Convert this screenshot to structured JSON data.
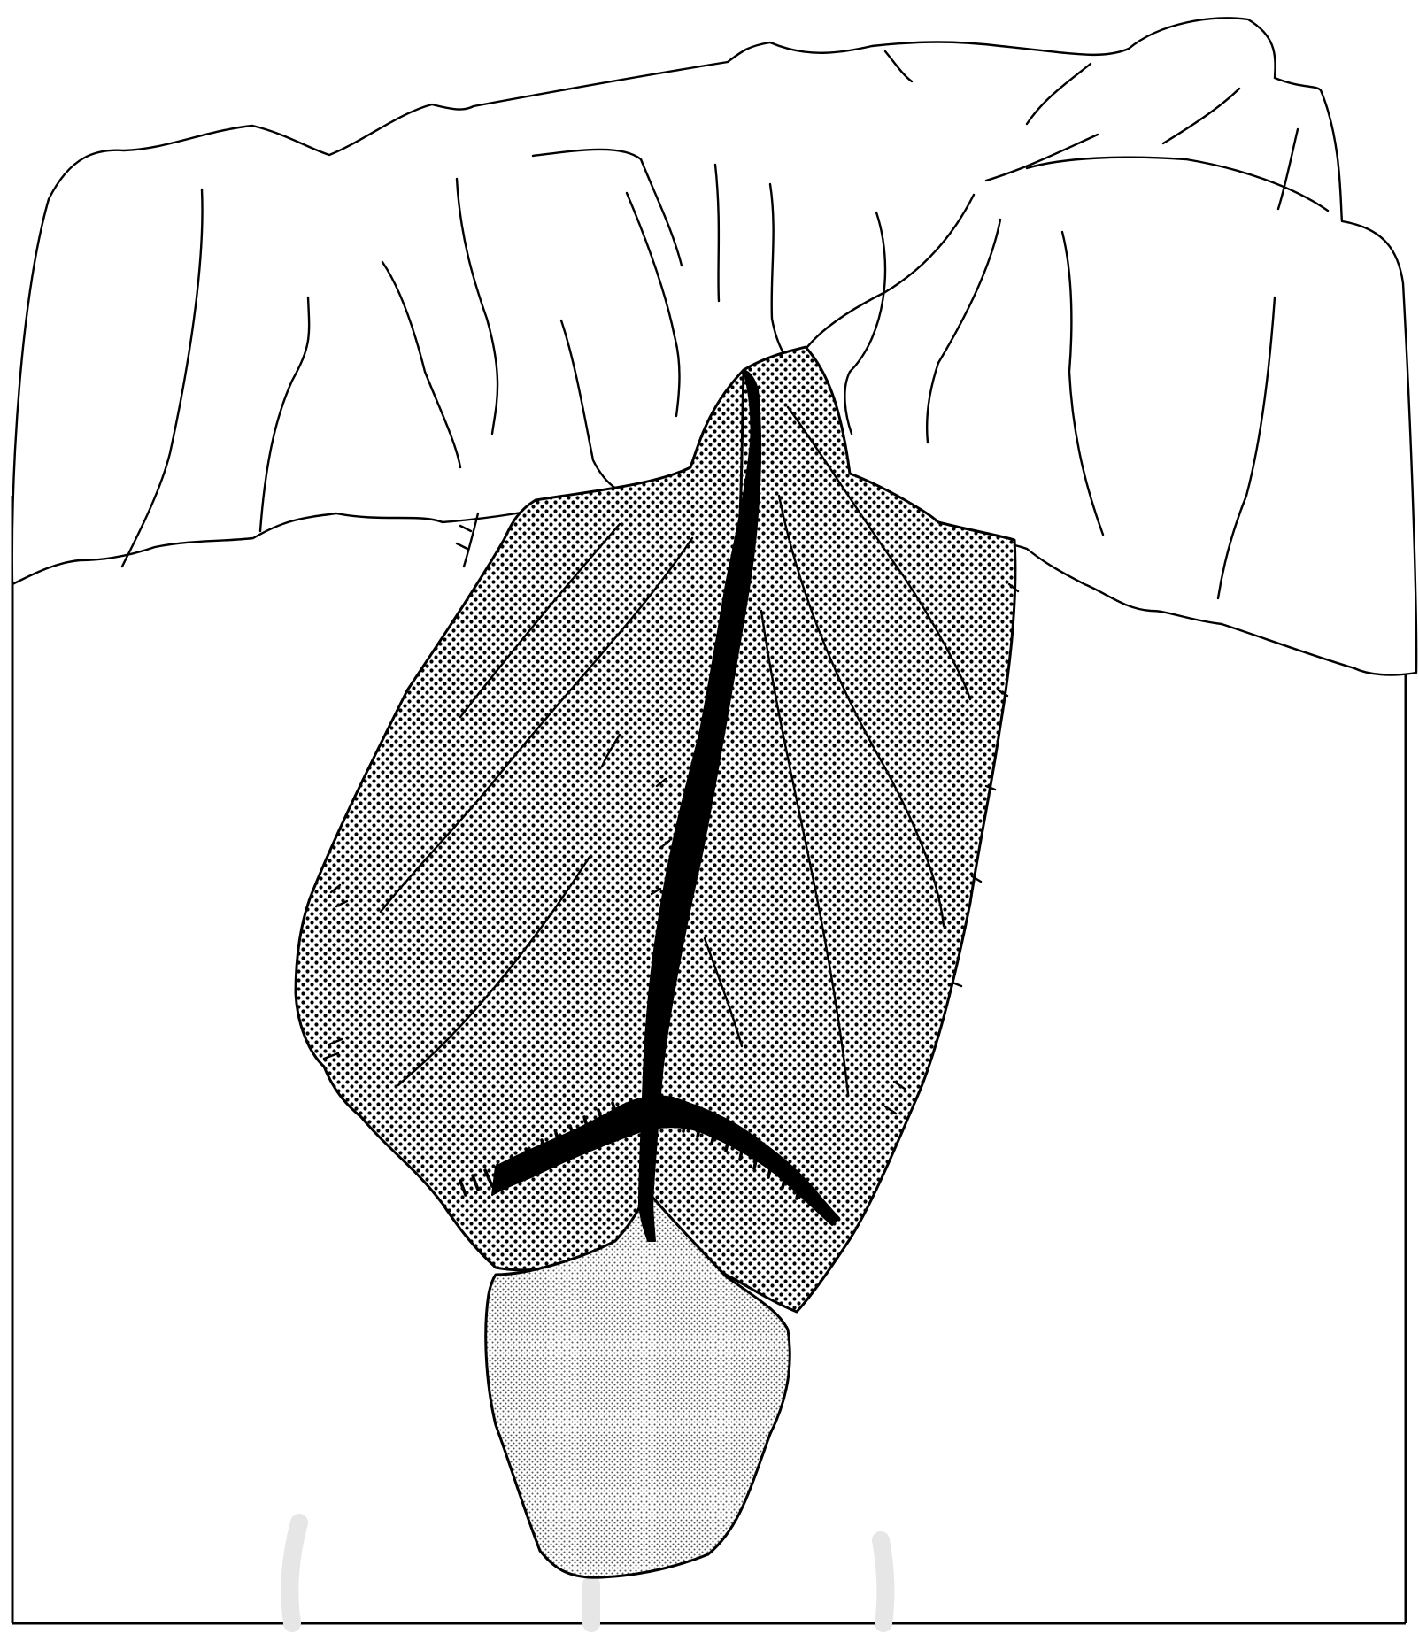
{
  "figure": {
    "colors": {
      "ink": "#000000",
      "paper": "#ffffff",
      "flap_shading": "#000000",
      "tip_shading": "#555555",
      "ghost_marks": "#e6e6e6"
    },
    "parts": {
      "drape": "surgical-drape",
      "flaps": "sutured-flaps",
      "seam": "midline-suture-seam",
      "tip": "distal-tip"
    }
  }
}
